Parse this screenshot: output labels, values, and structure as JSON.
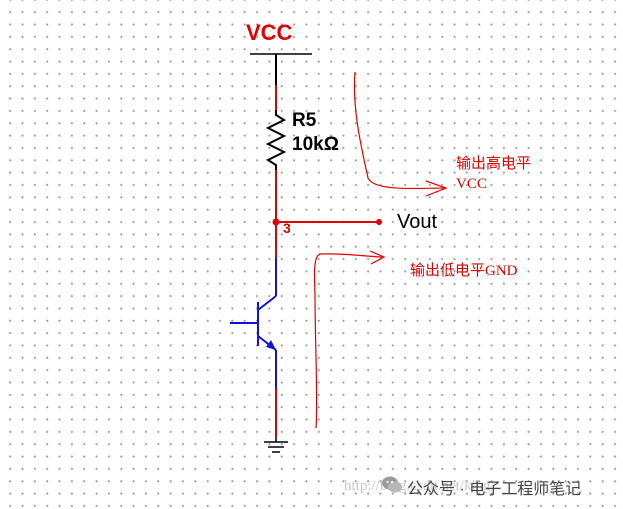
{
  "power": {
    "label": "VCC"
  },
  "resistor": {
    "name": "R5",
    "value": "10kΩ"
  },
  "node": {
    "number": "3"
  },
  "output": {
    "label": "Vout"
  },
  "annotations": {
    "high": "输出高电平VCC",
    "low": "输出低电平GND"
  },
  "watermark": {
    "url": "http://blog.csdn.net/king",
    "brand": "公众号 · 电子工程师笔记"
  },
  "colors": {
    "wire_red": "#e00000",
    "wire_blue": "#1010e0",
    "ink": "#000000",
    "dots": "#9a9a9a"
  }
}
